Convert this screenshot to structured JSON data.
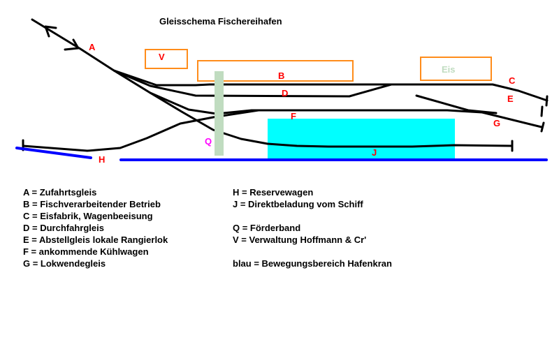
{
  "title": "Gleisschema Fischereihafen",
  "colors": {
    "track": "#000000",
    "label_red": "#ff0000",
    "label_magenta": "#ff00ff",
    "building_border": "#ff8c1a",
    "eis_text": "#c0dcc0",
    "conveyor": "#c0dcc0",
    "ship_area": "#00ffff",
    "crane_area": "#0000ff"
  },
  "diagram_labels": {
    "A": "A",
    "B": "B",
    "C": "C",
    "D": "D",
    "E": "E",
    "F": "F",
    "G": "G",
    "H": "H",
    "J": "J",
    "Q": "Q",
    "V": "V",
    "eis": "Eis"
  },
  "legend_left": [
    "A = Zufahrtsgleis",
    "B = Fischverarbeitender Betrieb",
    "C = Eisfabrik, Wagenbeeisung",
    "D = Durchfahrgleis",
    "E = Abstellgleis lokale Rangierlok",
    "F = ankommende Kühlwagen",
    "G = Lokwendegleis"
  ],
  "legend_right": [
    "H = Reservewagen",
    "J = Direktbeladung vom Schiff",
    "",
    "Q = Förderband",
    "V = Verwaltung Hoffmann & Cr'",
    "",
    "blau = Bewegungsbereich Hafenkran"
  ]
}
